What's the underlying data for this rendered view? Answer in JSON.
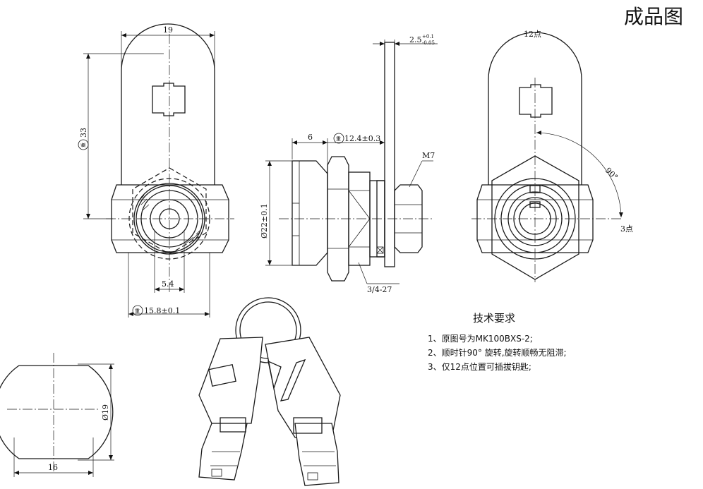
{
  "title": "成品图",
  "dims": {
    "width_top": "19",
    "height_left": "33",
    "hex_bottom": "15.8±0.1",
    "slot_width": "5.4",
    "side_depth": "6",
    "side_length": "12.4±0.3",
    "plate_thickness": "2.5",
    "plate_tol_plus": "+0.1",
    "plate_tol_minus": "-0.05",
    "nut_thread": "M7",
    "body_diameter": "Ø22±0.1",
    "thread": "3/4-27",
    "circle_diameter": "Ø19",
    "circle_flat": "16"
  },
  "ref_mark": "重",
  "front_right": {
    "label_12": "12点",
    "label_3": "3点",
    "angle": "90°"
  },
  "tech": {
    "heading": "技术要求",
    "items": [
      "1、原图号为MK100BXS-2;",
      "2、顺时针90° 旋转,旋转顺畅无阻滞;",
      "3、仅12点位置可插拔钥匙;"
    ]
  }
}
